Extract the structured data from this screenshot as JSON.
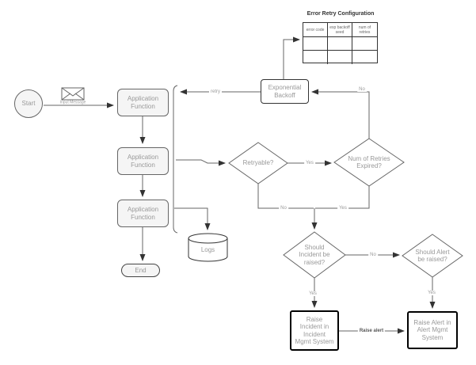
{
  "diagram": {
    "nodes": {
      "start": "Start",
      "app_function": "Application\nFunction",
      "end": "End",
      "logs": "Logs",
      "exponential_backoff": "Exponential\nBackoff",
      "retryable": "Retryable?",
      "num_retries": "Num of Retries\nExpired?",
      "should_incident": "Should\nIncident be\nraised?",
      "should_alert": "Should Alert\nbe raised?",
      "raise_incident": "Raise\nIncident in\nIncident\nMgmt System",
      "raise_alert": "Raise Alert in\nAlert Mgmt\nSystem"
    },
    "edge_labels": {
      "input_message": "Input Message",
      "retry": "retry",
      "no_backoff": "No",
      "yes_retryable": "Yes",
      "no_retryable": "No",
      "yes_expired": "Yes",
      "no_incident": "No",
      "yes_incident": "Yes",
      "yes_alert": "Yes",
      "raise_alert": "Raise alert"
    },
    "table": {
      "title": "Error Retry Configuration",
      "headers": [
        "error code",
        "exp backoff\nseed",
        "num of\nretries"
      ],
      "rows": [
        [
          "",
          "",
          ""
        ],
        [
          "",
          "",
          ""
        ]
      ]
    },
    "colors": {
      "node_fill": "#f5f5f5",
      "node_border": "#666666",
      "node_text": "#999999",
      "line": "#666666",
      "emphasis_border": "#000000",
      "background": "#ffffff"
    }
  }
}
